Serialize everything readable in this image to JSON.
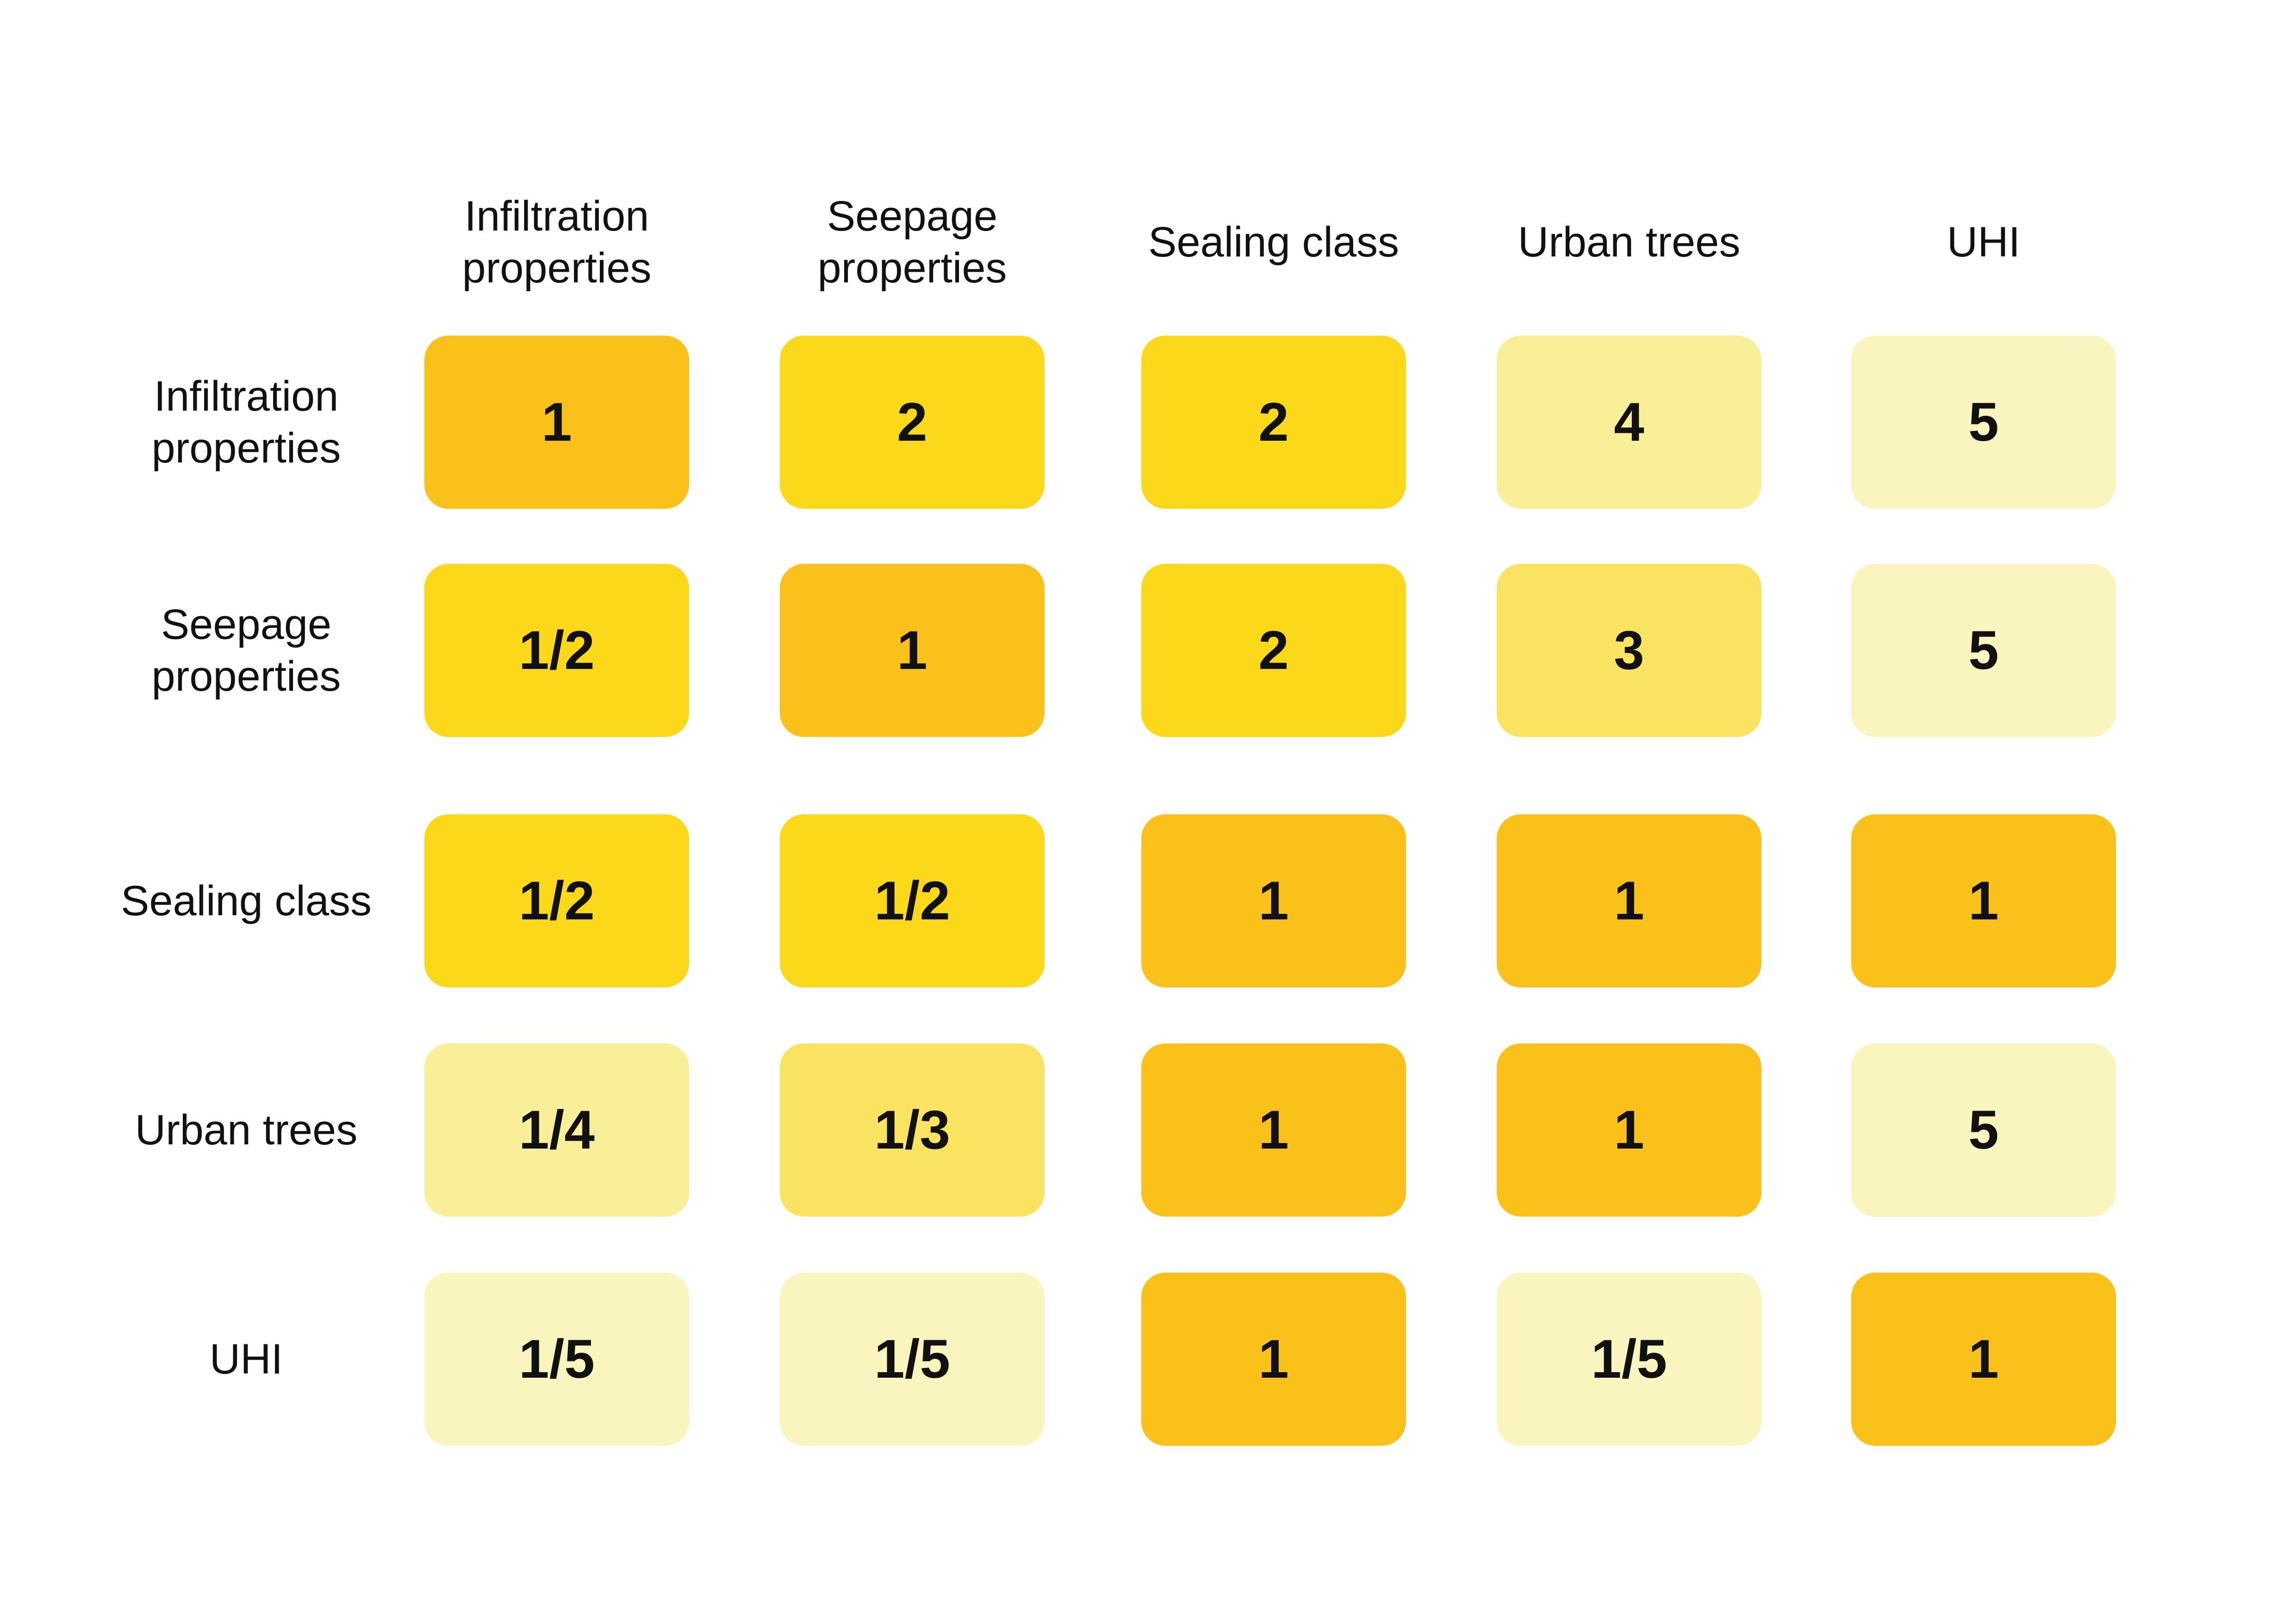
{
  "matrix": {
    "columns": [
      "Infiltration\nproperties",
      "Seepage\nproperties",
      "Sealing class",
      "Urban trees",
      "UHI"
    ],
    "rows": [
      "Infiltration\nproperties",
      "Seepage\nproperties",
      "Sealing class",
      "Urban trees",
      "UHI"
    ],
    "values": [
      [
        "1",
        "2",
        "2",
        "4",
        "5"
      ],
      [
        "1/2",
        "1",
        "2",
        "3",
        "5"
      ],
      [
        "1/2",
        "1/2",
        "1",
        "1",
        "1"
      ],
      [
        "1/4",
        "1/3",
        "1",
        "1",
        "5"
      ],
      [
        "1/5",
        "1/5",
        "1",
        "1/5",
        "1"
      ]
    ],
    "color_scale": {
      "1": "#FBC11B",
      "2": "#FBD81A",
      "3": "#FBE362",
      "4": "#F9EF98",
      "5": "#FAF4BF",
      "1/2": "#FBD81A",
      "1/3": "#FBE362",
      "1/4": "#F9EF98",
      "1/5": "#FAF4BF"
    }
  }
}
